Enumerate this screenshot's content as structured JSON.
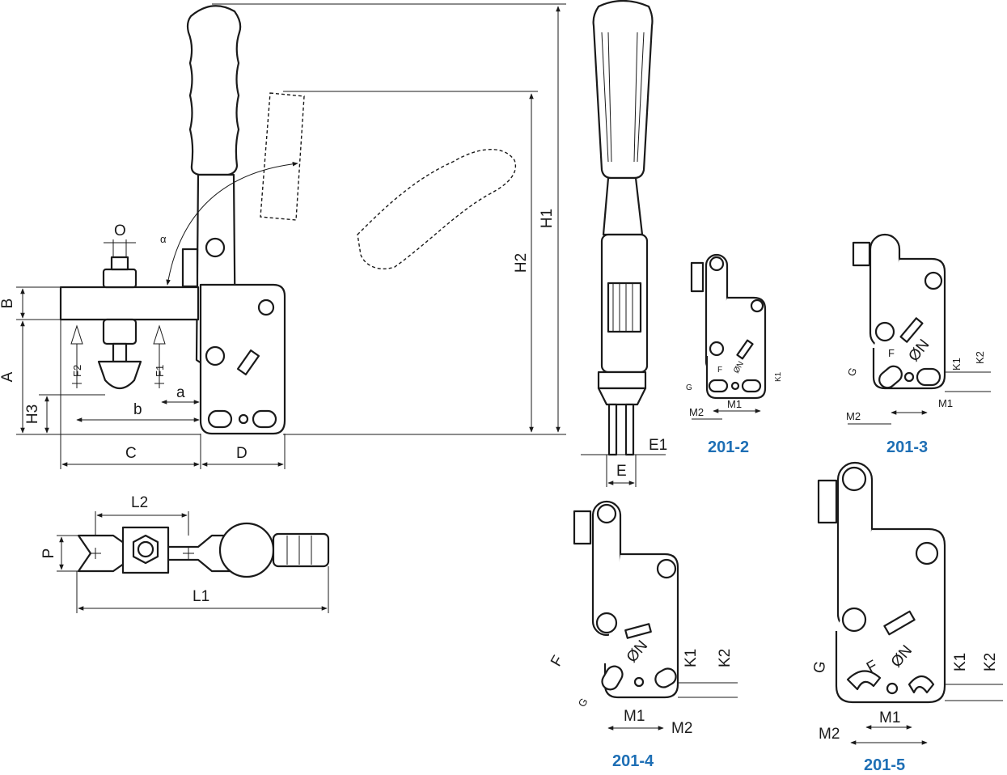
{
  "colors": {
    "line": "#1a1a1a",
    "model_label": "#1e6fb5",
    "background": "#ffffff"
  },
  "side_view": {
    "dims": {
      "A": "A",
      "B": "B",
      "C": "C",
      "D": "D",
      "H1": "H1",
      "H2": "H2",
      "H3": "H3",
      "a": "a",
      "b": "b",
      "O": "O",
      "alpha": "α",
      "F1": "F1",
      "F2": "F2"
    }
  },
  "front_view": {
    "dims": {
      "E": "E",
      "E1": "E1"
    }
  },
  "top_view": {
    "dims": {
      "L1": "L1",
      "L2": "L2",
      "P": "P"
    }
  },
  "variants": [
    {
      "model": "201-2",
      "labels": {
        "F": "F",
        "G": "G",
        "N": "ØN",
        "K1": "K1",
        "M1": "M1",
        "M2": "M2"
      }
    },
    {
      "model": "201-3",
      "labels": {
        "F": "F",
        "G": "G",
        "N": "ØN",
        "K1": "K1",
        "K2": "K2",
        "M1": "M1",
        "M2": "M2"
      }
    },
    {
      "model": "201-4",
      "labels": {
        "F": "F",
        "G": "G",
        "N": "ØN",
        "K1": "K1",
        "K2": "K2",
        "M1": "M1",
        "M2": "M2"
      }
    },
    {
      "model": "201-5",
      "labels": {
        "F": "F",
        "G": "G",
        "N": "ØN",
        "K1": "K1",
        "K2": "K2",
        "M1": "M1",
        "M2": "M2"
      }
    }
  ]
}
